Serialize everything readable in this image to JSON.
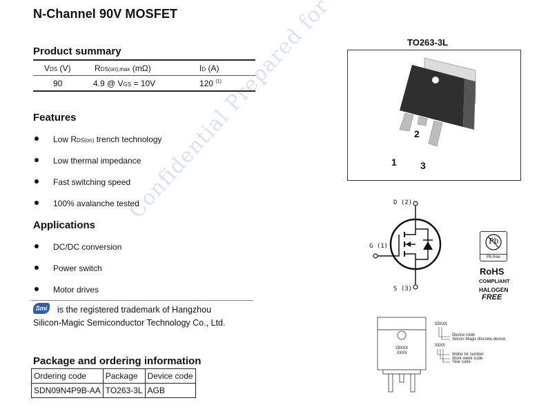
{
  "title": "N-Channel 90V MOSFET",
  "product_summary": {
    "heading": "Product summary",
    "headers": {
      "vds": {
        "main": "V",
        "sub": "DS",
        "unit": " (V)"
      },
      "rds": {
        "main": "R",
        "sub": "DS(on),max",
        "unit": " (mΩ)"
      },
      "id": {
        "main": "I",
        "sub": "D",
        "unit": " (A)"
      }
    },
    "row": {
      "vds": "90",
      "rds_value": "4.9 @ V",
      "rds_sub": "GS",
      "rds_cond": " = 10V",
      "id": "120",
      "id_note": "(1)"
    }
  },
  "features": {
    "heading": "Features",
    "item1_pre": "Low R",
    "item1_sub": "DS(on)",
    "item1_post": " trench technology",
    "item2": "Low thermal impedance",
    "item3": "Fast switching speed",
    "item4": "100% avalanche tested"
  },
  "applications": {
    "heading": "Applications",
    "items": [
      "DC/DC conversion",
      "Power switch",
      "Motor drives"
    ]
  },
  "trademark": {
    "logo_text": "Smi",
    "line1": "is the registered trademark of Hangzhou",
    "line2": "Silicon-Magic Semiconductor Technology Co., Ltd."
  },
  "ordering": {
    "heading": "Package and ordering information",
    "headers": [
      "Ordering code",
      "Package",
      "Device code"
    ],
    "row": [
      "SDN09N4P9B-AA",
      "TO263-3L",
      "AGB"
    ]
  },
  "package": {
    "label": "TO263-3L",
    "pin1": "1",
    "pin2": "2",
    "pin3": "3"
  },
  "schematic": {
    "drain": "D (2)",
    "gate": "G (1)",
    "source": "S (3)"
  },
  "rohs": {
    "pb_symbol": "Pb",
    "pb_free": "Pb-free",
    "rohs": "RoHS",
    "compliant": "COMPLIANT",
    "halogen": "HALOGEN",
    "free": "FREE"
  },
  "marking": {
    "top_code": "SDXXX",
    "body_line1": "SDXXX",
    "body_line2": "XXXX",
    "mid_code": "XXXX",
    "device_code": "Device code",
    "discrete": "Silicon Magic discrete device",
    "lot": "Wafer lot number",
    "week": "Work week code",
    "year": "Year code"
  },
  "watermark": "Confidential Prepared for Internal Use Only"
}
